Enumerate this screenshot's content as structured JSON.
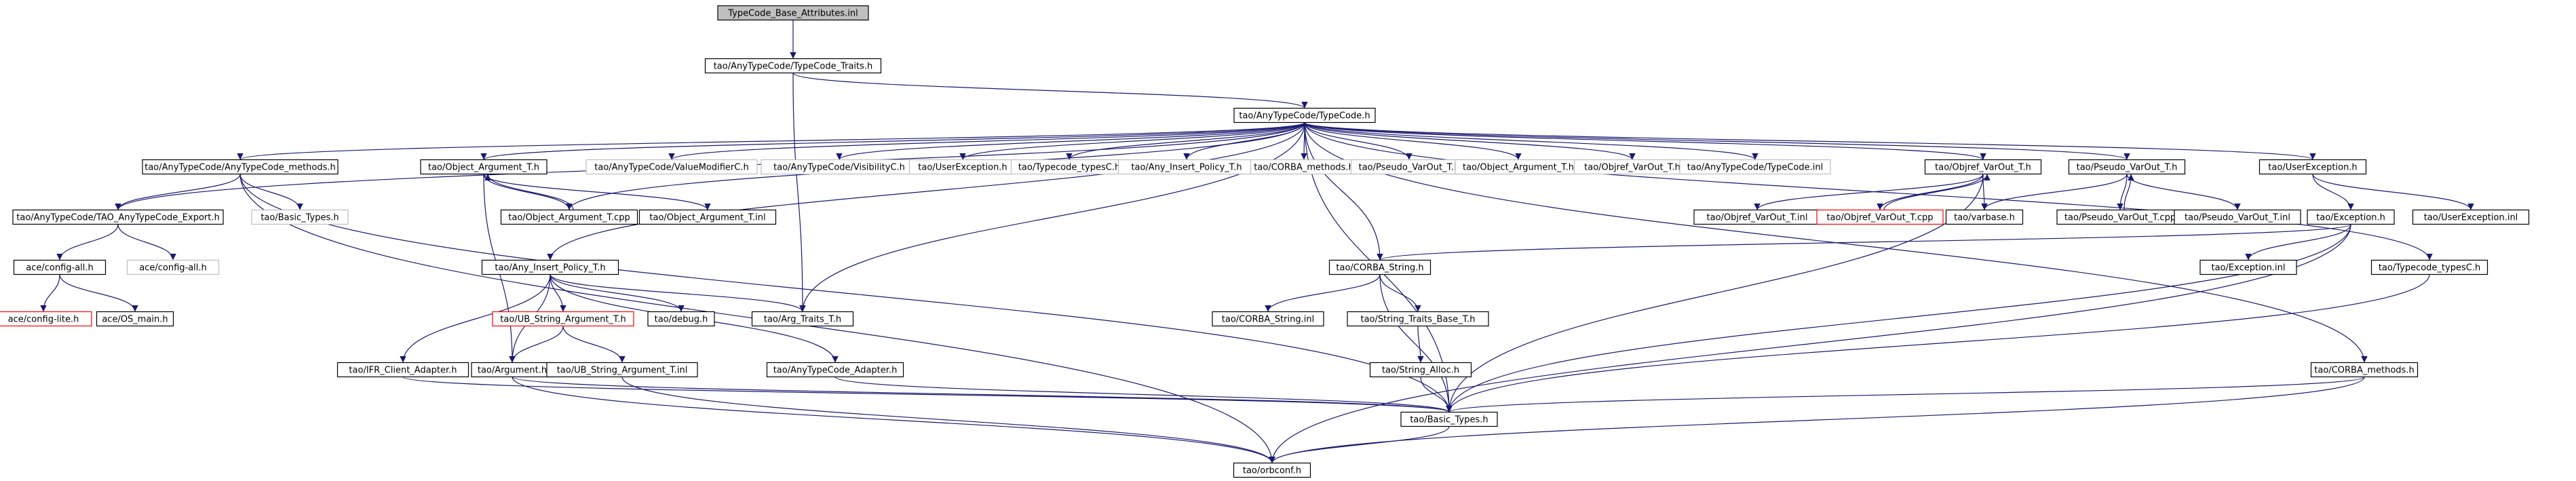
{
  "colors": {
    "edge": "#191970",
    "root_fill": "#bfbfbf",
    "border": "#000000",
    "external_border": "#bfbfbf",
    "missing_border": "#ff0000",
    "background": "#ffffff"
  },
  "nodes": [
    {
      "id": "root",
      "label": "TypeCode_Base_Attributes.inl",
      "kind": "root"
    },
    {
      "id": "traits",
      "label": "tao/AnyTypeCode/TypeCode_Traits.h",
      "kind": "normal"
    },
    {
      "id": "typecode",
      "label": "tao/AnyTypeCode/TypeCode.h",
      "kind": "normal"
    },
    {
      "id": "atc_methods",
      "label": "tao/AnyTypeCode/AnyTypeCode_methods.h",
      "kind": "normal"
    },
    {
      "id": "obj_arg",
      "label": "tao/Object_Argument_T.h",
      "kind": "normal"
    },
    {
      "id": "valuemod",
      "label": "tao/AnyTypeCode/ValueModifierC.h",
      "kind": "external"
    },
    {
      "id": "visibility",
      "label": "tao/AnyTypeCode/VisibilityC.h",
      "kind": "external"
    },
    {
      "id": "userexc_ext",
      "label": "tao/UserException.h",
      "kind": "external"
    },
    {
      "id": "typecode_typesc_ext",
      "label": "tao/Typecode_typesC.h",
      "kind": "external"
    },
    {
      "id": "any_insert_ext",
      "label": "tao/Any_Insert_Policy_T.h",
      "kind": "external"
    },
    {
      "id": "corba_methods_ext",
      "label": "tao/CORBA_methods.h",
      "kind": "external"
    },
    {
      "id": "pseudo_ext",
      "label": "tao/Pseudo_VarOut_T.h",
      "kind": "external"
    },
    {
      "id": "obj_arg_ext",
      "label": "tao/Object_Argument_T.h",
      "kind": "external"
    },
    {
      "id": "objref_ext",
      "label": "tao/Objref_VarOut_T.h",
      "kind": "external"
    },
    {
      "id": "typecode_inl",
      "label": "tao/AnyTypeCode/TypeCode.inl",
      "kind": "external"
    },
    {
      "id": "objref",
      "label": "tao/Objref_VarOut_T.h",
      "kind": "normal"
    },
    {
      "id": "pseudo",
      "label": "tao/Pseudo_VarOut_T.h",
      "kind": "normal"
    },
    {
      "id": "userexc",
      "label": "tao/UserException.h",
      "kind": "normal"
    },
    {
      "id": "tao_export",
      "label": "tao/AnyTypeCode/TAO_AnyTypeCode_Export.h",
      "kind": "normal"
    },
    {
      "id": "basic_types_ext",
      "label": "tao/Basic_Types.h",
      "kind": "external"
    },
    {
      "id": "obj_arg_cpp",
      "label": "tao/Object_Argument_T.cpp",
      "kind": "normal"
    },
    {
      "id": "obj_arg_inl",
      "label": "tao/Object_Argument_T.inl",
      "kind": "normal"
    },
    {
      "id": "objref_inl",
      "label": "tao/Objref_VarOut_T.inl",
      "kind": "normal"
    },
    {
      "id": "objref_cpp",
      "label": "tao/Objref_VarOut_T.cpp",
      "kind": "missing"
    },
    {
      "id": "varbase",
      "label": "tao/varbase.h",
      "kind": "normal"
    },
    {
      "id": "pseudo_cpp",
      "label": "tao/Pseudo_VarOut_T.cpp",
      "kind": "normal"
    },
    {
      "id": "pseudo_inl",
      "label": "tao/Pseudo_VarOut_T.inl",
      "kind": "normal"
    },
    {
      "id": "exception",
      "label": "tao/Exception.h",
      "kind": "normal"
    },
    {
      "id": "userexc_inl",
      "label": "tao/UserException.inl",
      "kind": "normal"
    },
    {
      "id": "config_all",
      "label": "ace/config-all.h",
      "kind": "normal"
    },
    {
      "id": "config_all_ext",
      "label": "ace/config-all.h",
      "kind": "external"
    },
    {
      "id": "any_insert",
      "label": "tao/Any_Insert_Policy_T.h",
      "kind": "normal"
    },
    {
      "id": "corba_string",
      "label": "tao/CORBA_String.h",
      "kind": "normal"
    },
    {
      "id": "exception_inl",
      "label": "tao/Exception.inl",
      "kind": "normal"
    },
    {
      "id": "typecode_typesc",
      "label": "tao/Typecode_typesC.h",
      "kind": "normal"
    },
    {
      "id": "config_lite",
      "label": "ace/config-lite.h",
      "kind": "missing"
    },
    {
      "id": "os_main",
      "label": "ace/OS_main.h",
      "kind": "normal"
    },
    {
      "id": "utl_string",
      "label": "tao/UB_String_Argument_T.h",
      "kind": "missing"
    },
    {
      "id": "debug",
      "label": "tao/debug.h",
      "kind": "normal"
    },
    {
      "id": "arg_traits",
      "label": "tao/Arg_Traits_T.h",
      "kind": "normal"
    },
    {
      "id": "corba_string_inl",
      "label": "tao/CORBA_String.inl",
      "kind": "normal"
    },
    {
      "id": "string_traits",
      "label": "tao/String_Traits_Base_T.h",
      "kind": "normal"
    },
    {
      "id": "ifr_client",
      "label": "tao/IFR_Client_Adapter.h",
      "kind": "normal"
    },
    {
      "id": "argument",
      "label": "tao/Argument.h",
      "kind": "normal"
    },
    {
      "id": "utl_string_inl",
      "label": "tao/UB_String_Argument_T.inl",
      "kind": "normal"
    },
    {
      "id": "atc_adapter",
      "label": "tao/AnyTypeCode_Adapter.h",
      "kind": "normal"
    },
    {
      "id": "string_alloc",
      "label": "tao/String_Alloc.h",
      "kind": "normal"
    },
    {
      "id": "corba_methods",
      "label": "tao/CORBA_methods.h",
      "kind": "normal"
    },
    {
      "id": "basic_types",
      "label": "tao/Basic_Types.h",
      "kind": "normal"
    },
    {
      "id": "orbconf",
      "label": "tao/orbconf.h",
      "kind": "normal"
    }
  ],
  "edges": [
    [
      "root",
      "traits"
    ],
    [
      "traits",
      "typecode"
    ],
    [
      "traits",
      "arg_traits"
    ],
    [
      "typecode",
      "atc_methods"
    ],
    [
      "typecode",
      "obj_arg"
    ],
    [
      "typecode",
      "valuemod"
    ],
    [
      "typecode",
      "visibility"
    ],
    [
      "typecode",
      "userexc_ext"
    ],
    [
      "typecode",
      "typecode_typesc_ext"
    ],
    [
      "typecode",
      "any_insert_ext"
    ],
    [
      "typecode",
      "corba_methods_ext"
    ],
    [
      "typecode",
      "pseudo_ext"
    ],
    [
      "typecode",
      "obj_arg_ext"
    ],
    [
      "typecode",
      "objref_ext"
    ],
    [
      "typecode",
      "typecode_inl"
    ],
    [
      "typecode",
      "objref"
    ],
    [
      "typecode",
      "pseudo"
    ],
    [
      "typecode",
      "userexc"
    ],
    [
      "typecode",
      "tao_export"
    ],
    [
      "typecode",
      "any_insert"
    ],
    [
      "typecode",
      "corba_string"
    ],
    [
      "typecode",
      "typecode_typesc"
    ],
    [
      "typecode",
      "corba_methods"
    ],
    [
      "typecode",
      "obj_arg_cpp"
    ],
    [
      "typecode",
      "arg_traits"
    ],
    [
      "typecode",
      "basic_types"
    ],
    [
      "atc_methods",
      "tao_export"
    ],
    [
      "atc_methods",
      "basic_types_ext"
    ],
    [
      "atc_methods",
      "basic_types"
    ],
    [
      "atc_methods",
      "orbconf"
    ],
    [
      "obj_arg",
      "obj_arg_cpp"
    ],
    [
      "obj_arg",
      "obj_arg_inl"
    ],
    [
      "obj_arg",
      "argument"
    ],
    [
      "obj_arg_cpp",
      "obj_arg"
    ],
    [
      "objref",
      "objref_inl"
    ],
    [
      "objref",
      "objref_cpp"
    ],
    [
      "objref",
      "varbase"
    ],
    [
      "objref",
      "basic_types"
    ],
    [
      "objref_cpp",
      "objref"
    ],
    [
      "pseudo",
      "pseudo_cpp"
    ],
    [
      "pseudo",
      "pseudo_inl"
    ],
    [
      "pseudo",
      "varbase"
    ],
    [
      "pseudo_cpp",
      "pseudo"
    ],
    [
      "userexc",
      "exception"
    ],
    [
      "userexc",
      "userexc_inl"
    ],
    [
      "exception",
      "corba_string"
    ],
    [
      "exception",
      "exception_inl"
    ],
    [
      "exception",
      "basic_types"
    ],
    [
      "exception",
      "orbconf"
    ],
    [
      "tao_export",
      "config_all"
    ],
    [
      "tao_export",
      "config_all_ext"
    ],
    [
      "config_all",
      "config_lite"
    ],
    [
      "config_all",
      "os_main"
    ],
    [
      "any_insert",
      "ifr_client"
    ],
    [
      "any_insert",
      "utl_string"
    ],
    [
      "any_insert",
      "debug"
    ],
    [
      "any_insert",
      "arg_traits"
    ],
    [
      "any_insert",
      "atc_adapter"
    ],
    [
      "any_insert",
      "argument"
    ],
    [
      "utl_string",
      "argument"
    ],
    [
      "utl_string",
      "utl_string_inl"
    ],
    [
      "corba_string",
      "corba_string_inl"
    ],
    [
      "corba_string",
      "string_traits"
    ],
    [
      "corba_string",
      "basic_types"
    ],
    [
      "string_traits",
      "string_alloc"
    ],
    [
      "string_alloc",
      "basic_types"
    ],
    [
      "ifr_client",
      "basic_types"
    ],
    [
      "argument",
      "basic_types"
    ],
    [
      "argument",
      "orbconf"
    ],
    [
      "atc_adapter",
      "basic_types"
    ],
    [
      "utl_string_inl",
      "orbconf"
    ],
    [
      "typecode_typesc",
      "basic_types"
    ],
    [
      "corba_methods",
      "basic_types"
    ],
    [
      "corba_methods",
      "orbconf"
    ],
    [
      "basic_types",
      "orbconf"
    ]
  ]
}
